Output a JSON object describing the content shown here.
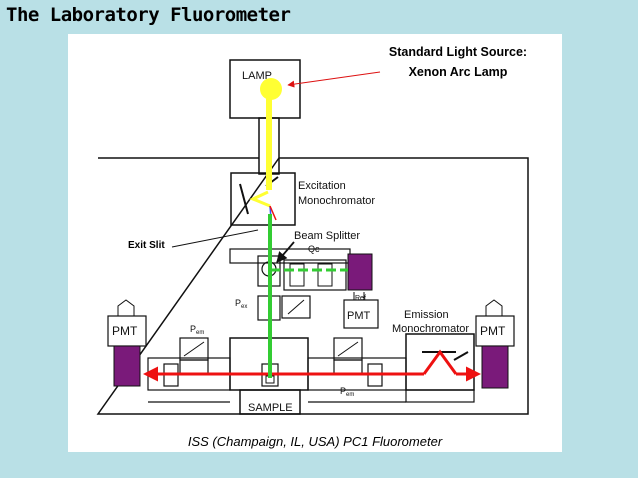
{
  "title": "The Laboratory Fluorometer",
  "callouts": {
    "source_line1": "Standard Light Source:",
    "source_line2": "Xenon Arc Lamp",
    "exit_slit": "Exit Slit"
  },
  "labels": {
    "lamp": "LAMP",
    "excitation_line1": "Excitation",
    "excitation_line2": "Monochromator",
    "beam_splitter": "Beam Splitter",
    "qc": "Qc",
    "ref": "Ref",
    "pmt": "PMT",
    "emission_line1": "Emission",
    "emission_line2": "Monochromator",
    "p_ex": "P",
    "p_ex_sub": "ex",
    "p_em": "P",
    "p_em_sub": "em",
    "sample": "SAMPLE"
  },
  "caption": "ISS (Champaign, IL, USA) PC1 Fluorometer",
  "colors": {
    "background": "#b9e0e6",
    "excitation_beam": "#ffff33",
    "filtered_beam": "#33cc33",
    "emission_beam": "#ee1111",
    "pmt_housing": "#7a1a7a",
    "callout_arrow": "#dd1111"
  }
}
